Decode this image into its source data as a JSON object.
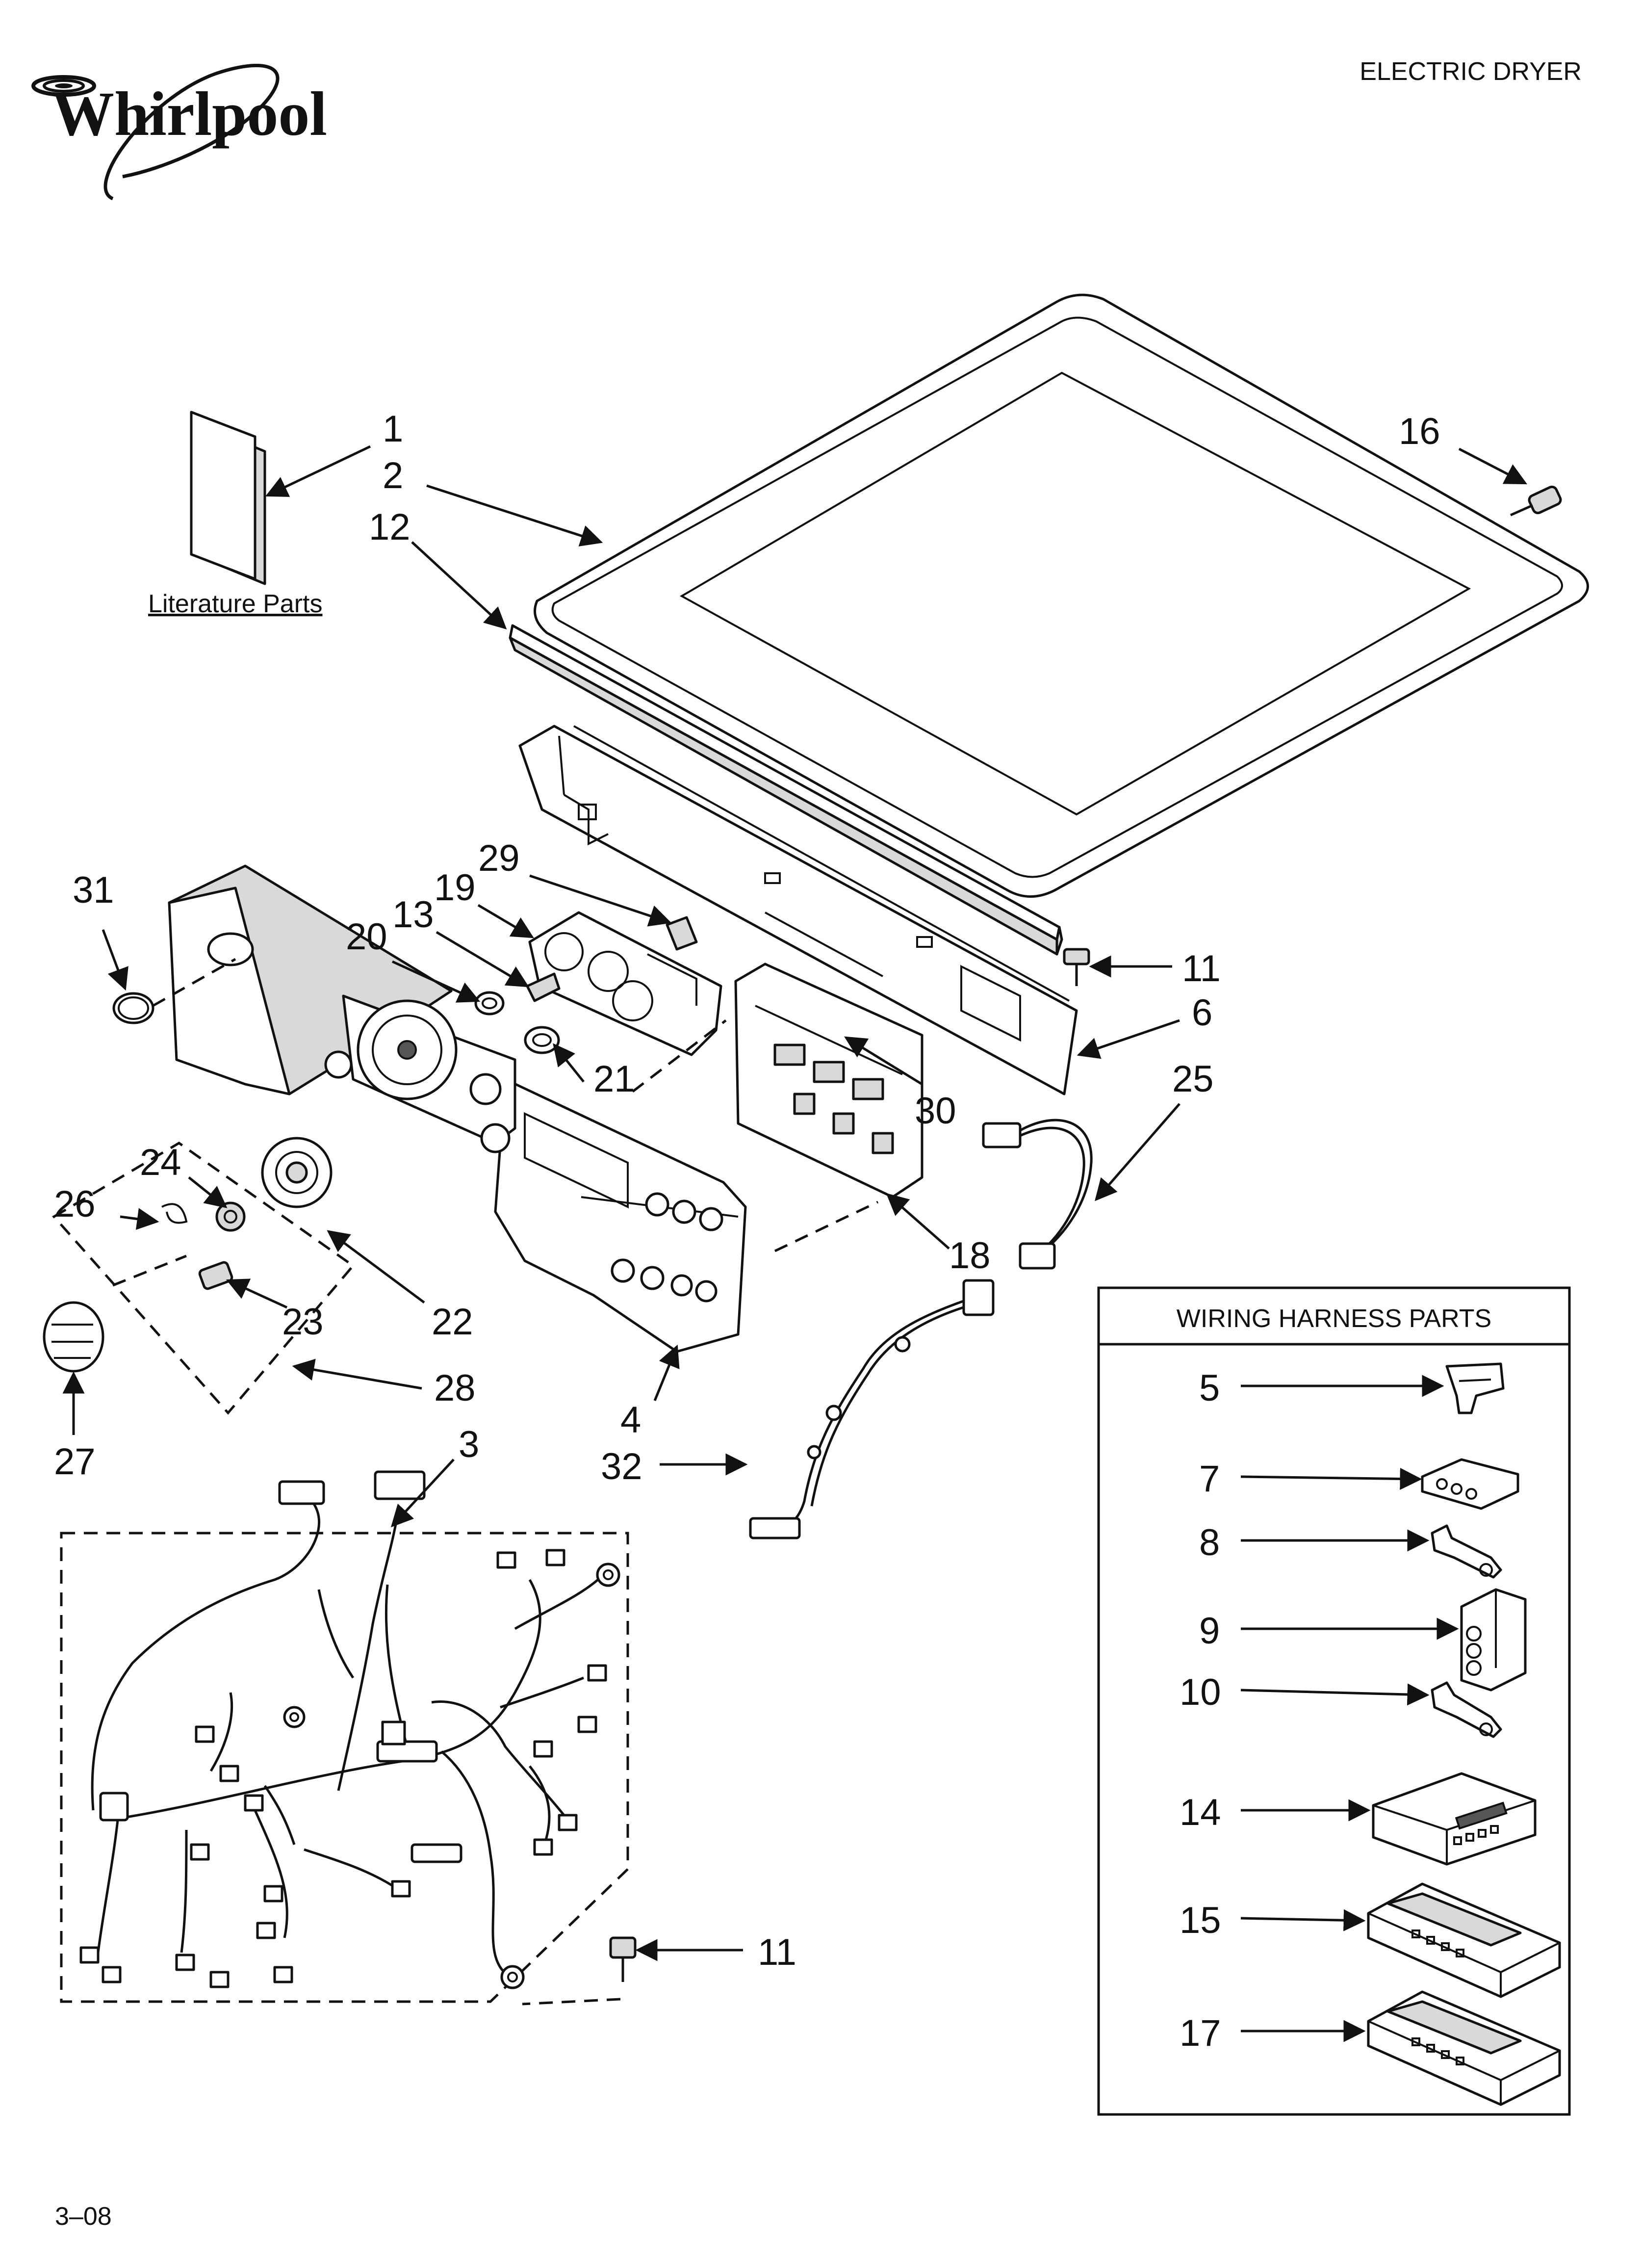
{
  "header": {
    "brand": "Whirlpool",
    "product_type": "ELECTRIC DRYER"
  },
  "footer": {
    "page_code": "3–08"
  },
  "literature": {
    "label": "Literature Parts"
  },
  "wiring_harness_box": {
    "title": "WIRING HARNESS PARTS"
  },
  "callouts": [
    "1",
    "2",
    "12",
    "16",
    "11",
    "6",
    "25",
    "29",
    "19",
    "13",
    "20",
    "31",
    "21",
    "30",
    "24",
    "26",
    "18",
    "23",
    "22",
    "28",
    "4",
    "27",
    "3",
    "32",
    "5",
    "7",
    "8",
    "9",
    "10",
    "14",
    "15",
    "17",
    "11"
  ]
}
